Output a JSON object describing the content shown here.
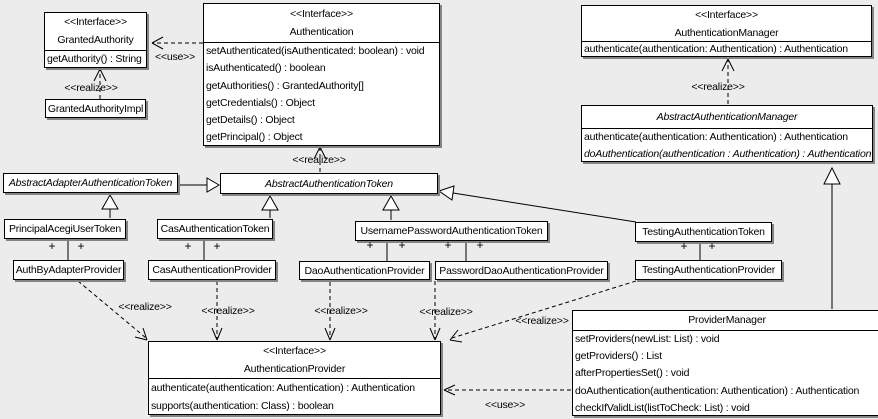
{
  "labels": {
    "use": "<<use>>",
    "realize": "<<realize>>",
    "plus": "+"
  },
  "colors": {
    "background": "#ececec",
    "box_fill": "#ffffff",
    "line": "#000000",
    "shadow": "#848484"
  },
  "boxes": {
    "granted_authority": {
      "stereotype": "<<Interface>>",
      "name": "GrantedAuthority",
      "methods": [
        "getAuthority() : String"
      ]
    },
    "granted_authority_impl": {
      "name": "GrantedAuthorityImpl"
    },
    "authentication": {
      "stereotype": "<<Interface>>",
      "name": "Authentication",
      "methods": [
        "setAuthenticated(isAuthenticated: boolean) : void",
        "isAuthenticated() : boolean",
        "getAuthorities() : GrantedAuthority[]",
        "getCredentials() : Object",
        "getDetails() : Object",
        "getPrincipal() : Object"
      ]
    },
    "authentication_manager": {
      "stereotype": "<<Interface>>",
      "name": "AuthenticationManager",
      "methods": [
        "authenticate(authentication: Authentication) : Authentication"
      ]
    },
    "abstract_authentication_manager": {
      "name": "AbstractAuthenticationManager",
      "methods": [
        "authenticate(authentication: Authentication) : Authentication",
        "doAuthentication(authentication : Authentication) : Authentication"
      ]
    },
    "abstract_adapter_authentication_token": {
      "name": "AbstractAdapterAuthenticationToken"
    },
    "abstract_authentication_token": {
      "name": "AbstractAuthenticationToken"
    },
    "principal_acegi_user_token": {
      "name": "PrincipalAcegiUserToken"
    },
    "cas_authentication_token": {
      "name": "CasAuthenticationToken"
    },
    "username_password_authentication_token": {
      "name": "UsernamePasswordAuthenticationToken"
    },
    "testing_authentication_token": {
      "name": "TestingAuthenticationToken"
    },
    "auth_by_adapter_provider": {
      "name": "AuthByAdapterProvider"
    },
    "cas_authentication_provider": {
      "name": "CasAuthenticationProvider"
    },
    "dao_authentication_provider": {
      "name": "DaoAuthenticationProvider"
    },
    "password_dao_authentication_provider": {
      "name": "PasswordDaoAuthenticationProvider"
    },
    "testing_authentication_provider": {
      "name": "TestingAuthenticationProvider"
    },
    "authentication_provider": {
      "stereotype": "<<Interface>>",
      "name": "AuthenticationProvider",
      "methods": [
        "authenticate(authentication: Authentication) : Authentication",
        "supports(authentication: Class) : boolean"
      ]
    },
    "provider_manager": {
      "name": "ProviderManager",
      "methods": [
        "setProviders(newList: List) : void",
        "getProviders() : List",
        "afterPropertiesSet() : void",
        "doAuthentication(authentication: Authentication) : Authentication",
        "checkIfValidList(listToCheck: List) : void"
      ]
    }
  }
}
